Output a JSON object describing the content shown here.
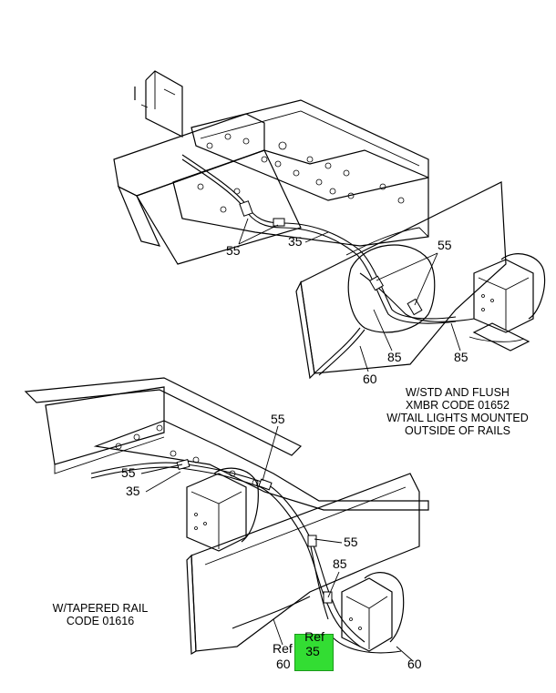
{
  "callouts": {
    "top_55_left": "55",
    "top_35": "35",
    "top_55_right": "55",
    "top_85_a": "85",
    "top_85_b": "85",
    "top_60": "60",
    "bot_55_top": "55",
    "bot_55_left": "55",
    "bot_35": "35",
    "bot_55_mid": "55",
    "bot_85": "85",
    "bot_ref_left": "Ref",
    "bot_60_left": "60",
    "bot_60_right": "60"
  },
  "highlight": {
    "label_ref": "Ref",
    "label_num": "35",
    "color": "#33dd33"
  },
  "notes": {
    "top_right": [
      "W/STD AND FLUSH",
      "XMBR CODE 01652",
      "W/TAIL LIGHTS MOUNTED",
      "OUTSIDE OF RAILS"
    ],
    "bottom_left": [
      "W/TAPERED RAIL",
      "CODE 01616"
    ]
  }
}
